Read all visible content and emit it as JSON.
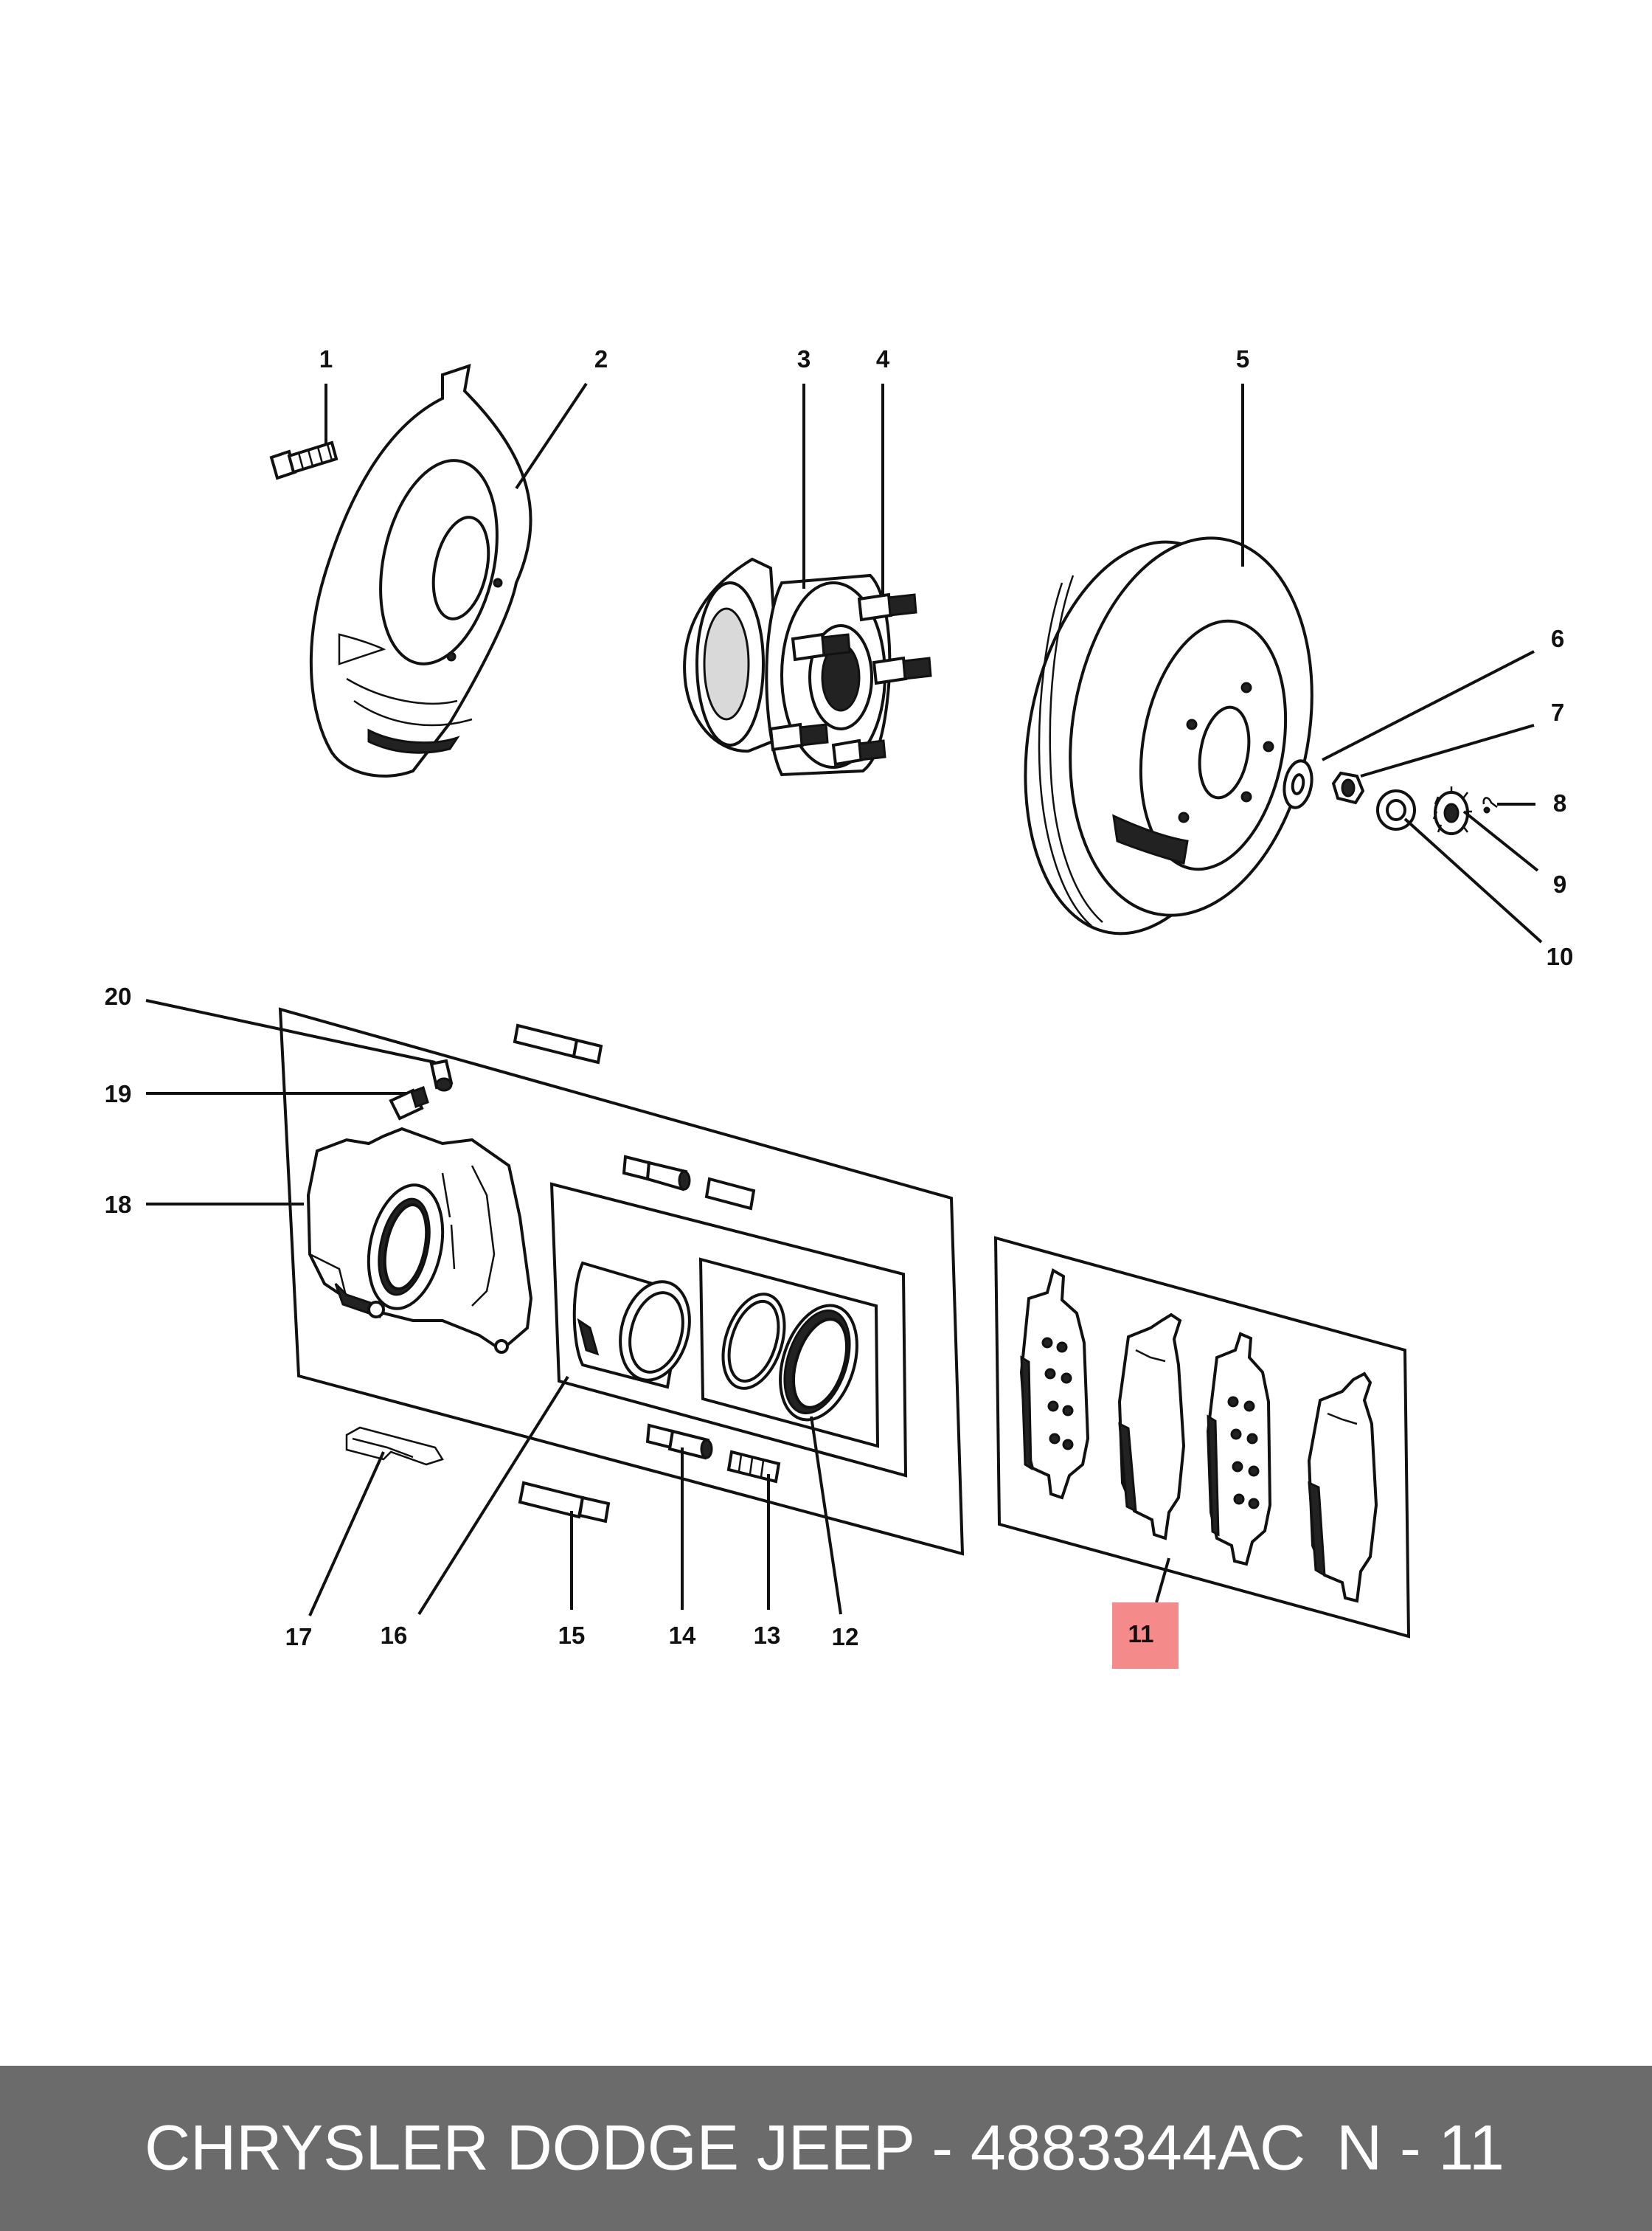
{
  "callouts": {
    "c1": "1",
    "c2": "2",
    "c3": "3",
    "c4": "4",
    "c5": "5",
    "c6": "6",
    "c7": "7",
    "c8": "8",
    "c9": "9",
    "c10": "10",
    "c11": "11",
    "c12": "12",
    "c13": "13",
    "c14": "14",
    "c15": "15",
    "c16": "16",
    "c17": "17",
    "c18": "18",
    "c19": "19",
    "c20": "20"
  },
  "highlight": {
    "callout": "11",
    "color": "#f48a8a"
  },
  "footer": {
    "brand_part": "CHRYSLER DODGE JEEP - 4883344AC",
    "ref": "N - 11",
    "background": "#6b6b6b",
    "text_color": "#ffffff"
  }
}
